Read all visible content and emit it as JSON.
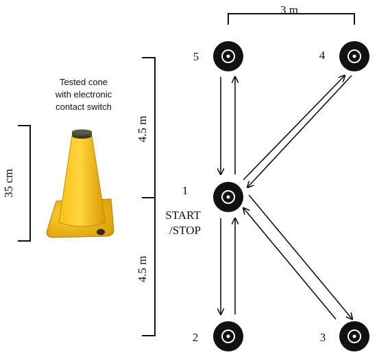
{
  "cone_caption": {
    "line1": "Tested cone",
    "line2": "with electronic",
    "line3": "contact switch"
  },
  "dimensions": {
    "width": "3 m",
    "upper_length": "4.5 m",
    "lower_length": "4.5 m",
    "cone_height": "35 cm"
  },
  "cones": {
    "c1": "1",
    "c2": "2",
    "c3": "3",
    "c4": "4",
    "c5": "5"
  },
  "start_stop": {
    "line1": "START",
    "line2": "/STOP"
  },
  "colors": {
    "marker": "#111111",
    "cone_body": "#f2b80c",
    "cone_base": "#e8ab05",
    "cone_tip": "#3a3a2e"
  }
}
